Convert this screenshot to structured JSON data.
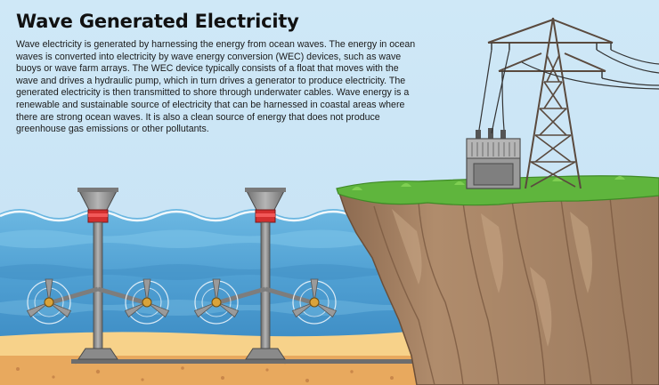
{
  "title": "Wave Generated Electricity",
  "description": "Wave electricity is generated by harnessing the energy from ocean waves. The energy in ocean waves is converted into electricity by wave energy conversion (WEC) devices, such as wave buoys or wave farm arrays. The WEC device typically consists of a float that moves with the wave and drives a hydraulic pump, which in turn drives a generator to produce electricity. The generated electricity is then transmitted to shore through underwater cables. Wave energy is a renewable and sustainable source of electricity that can be harnessed in coastal areas where there are strong ocean waves. It is also a clean source of energy that does not produce greenhouse gas emissions or other pollutants.",
  "colors": {
    "sky": "#cfe8f7",
    "ocean": "#5aa9d8",
    "sand": "#f2c77b",
    "cliff": "#a88466",
    "grass": "#5fb53d",
    "device_metal": "#8a8a8a",
    "device_red": "#d32f2f"
  },
  "icons": [
    "wave-energy-converter",
    "transmission-tower",
    "transformer",
    "cliff",
    "ocean-waves"
  ]
}
